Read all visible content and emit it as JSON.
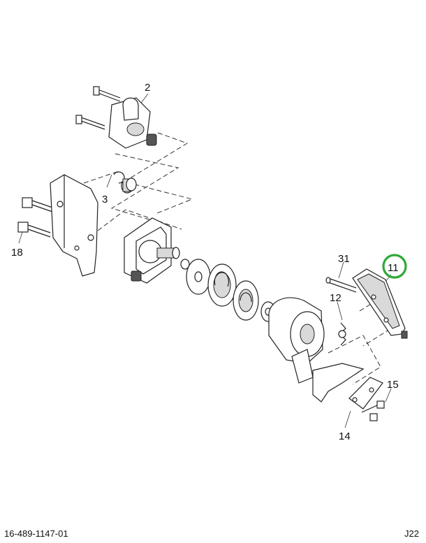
{
  "callouts": [
    {
      "id": "2",
      "label": "2"
    },
    {
      "id": "3",
      "label": "3"
    },
    {
      "id": "18",
      "label": "18"
    },
    {
      "id": "31",
      "label": "31"
    },
    {
      "id": "11",
      "label": "11"
    },
    {
      "id": "12",
      "label": "12"
    },
    {
      "id": "15",
      "label": "15"
    },
    {
      "id": "14",
      "label": "14"
    }
  ],
  "highlight": {
    "callout": "11",
    "color": "#2ea836"
  },
  "footer": {
    "document_id": "16-489-1147-01",
    "page_id": "J22"
  }
}
